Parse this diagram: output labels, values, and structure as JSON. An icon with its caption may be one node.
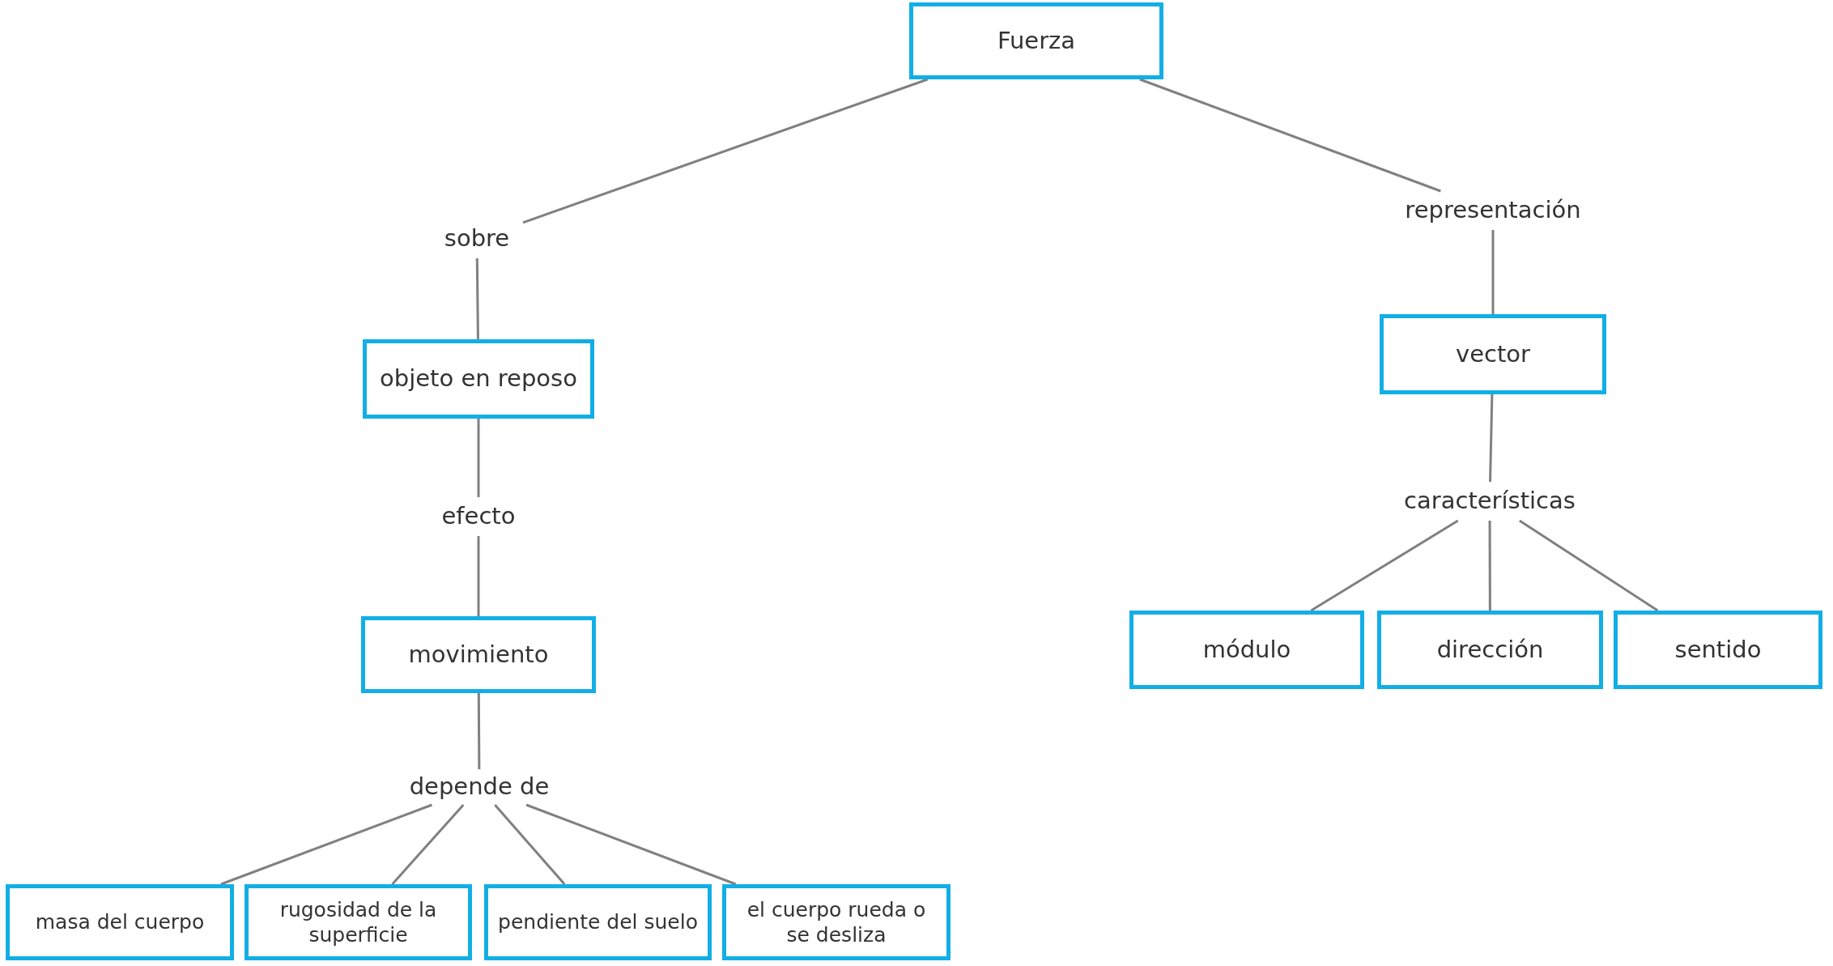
{
  "diagram": {
    "nodes": [
      {
        "text": [
          "Fuerza"
        ]
      },
      {
        "text": [
          "sobre"
        ]
      },
      {
        "text": [
          "objeto en reposo"
        ]
      },
      {
        "text": [
          "efecto"
        ]
      },
      {
        "text": [
          "movimiento"
        ]
      },
      {
        "text": [
          "depende de"
        ]
      },
      {
        "text": [
          "masa del cuerpo"
        ]
      },
      {
        "text": [
          "rugosidad de la superficie"
        ]
      },
      {
        "text": [
          "pendiente del suelo"
        ]
      },
      {
        "text": [
          "el cuerpo rueda o se desliza"
        ]
      },
      {
        "text": [
          "representación"
        ]
      },
      {
        "text": [
          "vector"
        ]
      },
      {
        "text": [
          "características"
        ]
      },
      {
        "text": [
          "módulo"
        ]
      },
      {
        "text": [
          "dirección"
        ]
      },
      {
        "text": [
          "sentido"
        ]
      }
    ],
    "edges": [
      {
        "from": 0,
        "to": 1,
        "arrow": "none"
      },
      {
        "from": 1,
        "to": 2,
        "arrow": "none"
      },
      {
        "from": 2,
        "to": 3,
        "arrow": "none"
      },
      {
        "from": 3,
        "to": 4,
        "arrow": "none"
      },
      {
        "from": 4,
        "to": 5,
        "arrow": "none"
      },
      {
        "from": 5,
        "to": 6,
        "arrow": "none"
      },
      {
        "from": 5,
        "to": 7,
        "arrow": "none"
      },
      {
        "from": 5,
        "to": 8,
        "arrow": "none"
      },
      {
        "from": 5,
        "to": 9,
        "arrow": "none"
      },
      {
        "from": 0,
        "to": 10,
        "arrow": "none"
      },
      {
        "from": 10,
        "to": 11,
        "arrow": "none"
      },
      {
        "from": 11,
        "to": 12,
        "arrow": "none"
      },
      {
        "from": 12,
        "to": 13,
        "arrow": "none"
      },
      {
        "from": 12,
        "to": 14,
        "arrow": "none"
      },
      {
        "from": 12,
        "to": 15,
        "arrow": "none"
      }
    ]
  }
}
